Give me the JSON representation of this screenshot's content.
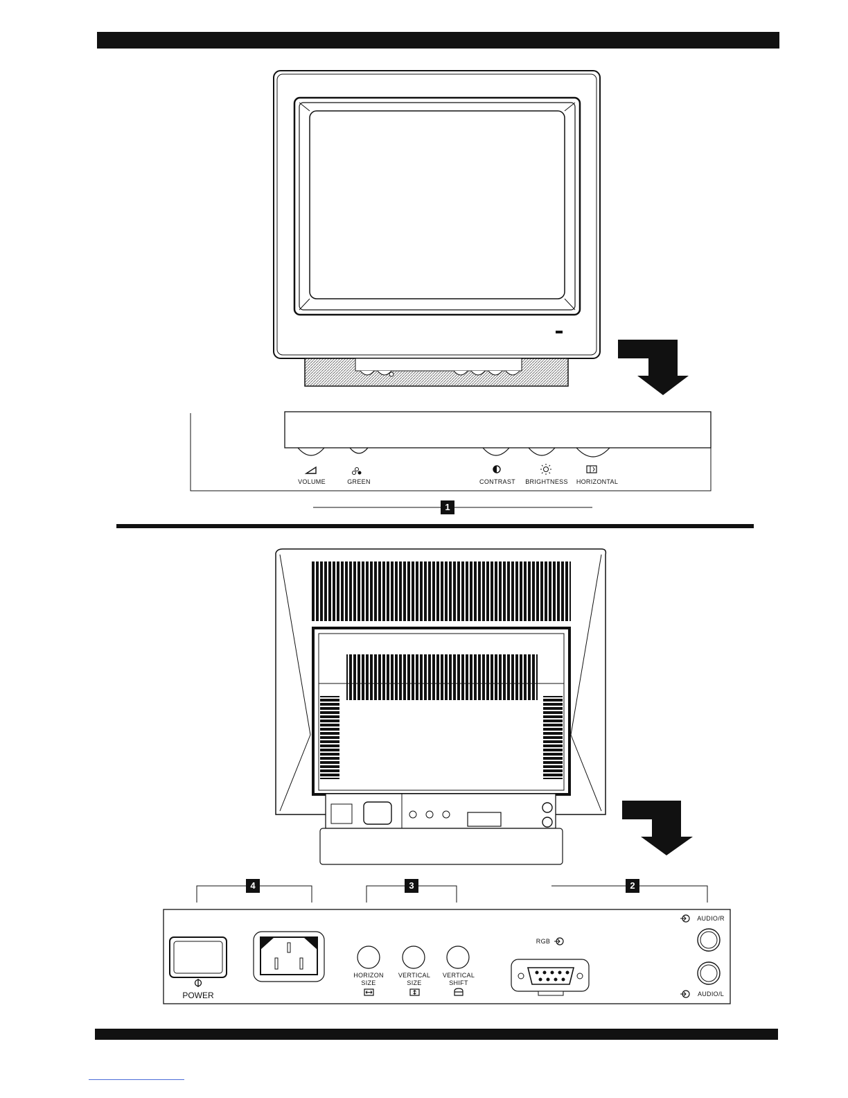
{
  "front_controls": {
    "volume": "VOLUME",
    "green": "GREEN",
    "contrast": "CONTRAST",
    "brightness": "BRIGHTNESS",
    "horizontal": "HORIZONTAL"
  },
  "rear_panel": {
    "power": "POWER",
    "horizon_size_line1": "HORIZON",
    "horizon_size_line2": "SIZE",
    "vertical_size_line1": "VERTICAL",
    "vertical_size_line2": "SIZE",
    "vertical_shift_line1": "VERTICAL",
    "vertical_shift_line2": "SHIFT",
    "rgb": "RGB",
    "audio_r": "AUDIO/R",
    "audio_l": "AUDIO/L"
  },
  "callouts": {
    "c1": "1",
    "c2": "2",
    "c3": "3",
    "c4": "4"
  },
  "icons": [
    "volume-icon",
    "green-icon",
    "contrast-icon",
    "brightness-icon",
    "horizontal-icon",
    "power-icon",
    "input-arrow-icon",
    "horizontal-size-icon",
    "vertical-size-icon",
    "vertical-shift-icon"
  ],
  "colors": {
    "ink": "#111111",
    "paper": "#ffffff",
    "hatch": "#888888"
  }
}
